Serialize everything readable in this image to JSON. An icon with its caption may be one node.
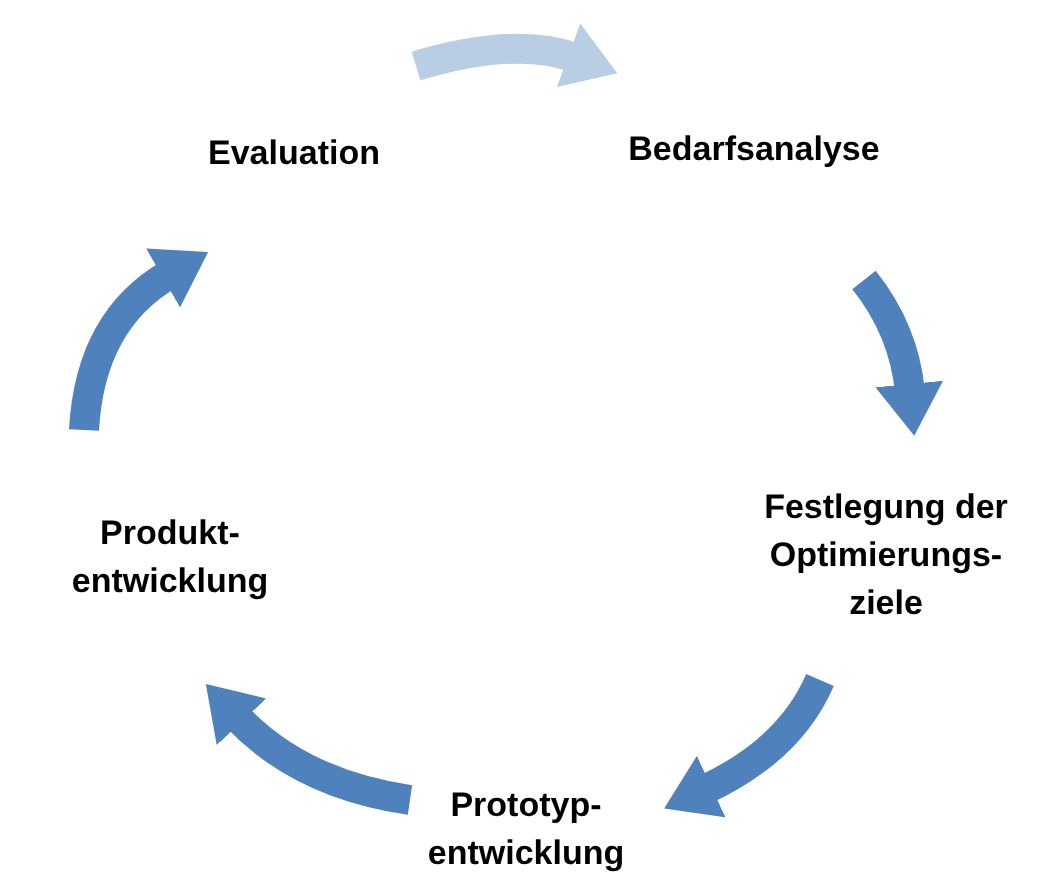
{
  "diagram": {
    "nodes": [
      {
        "text": [
          "Evaluation"
        ]
      },
      {
        "text": [
          "Bedarfsanalyse"
        ]
      },
      {
        "text": [
          "Festlegung der Optimierungs-ziele"
        ]
      },
      {
        "text": [
          "Prototyp-entwicklung"
        ]
      },
      {
        "text": [
          "Produkt-entwicklung"
        ]
      }
    ],
    "edges": [
      {
        "from": 0,
        "to": 1,
        "arrow": "to",
        "color": "#b9cde5"
      },
      {
        "from": 1,
        "to": 2,
        "arrow": "to"
      },
      {
        "from": 2,
        "to": 3,
        "arrow": "to"
      },
      {
        "from": 3,
        "to": 4,
        "arrow": "to"
      },
      {
        "from": 4,
        "to": 0,
        "arrow": "to"
      }
    ]
  }
}
